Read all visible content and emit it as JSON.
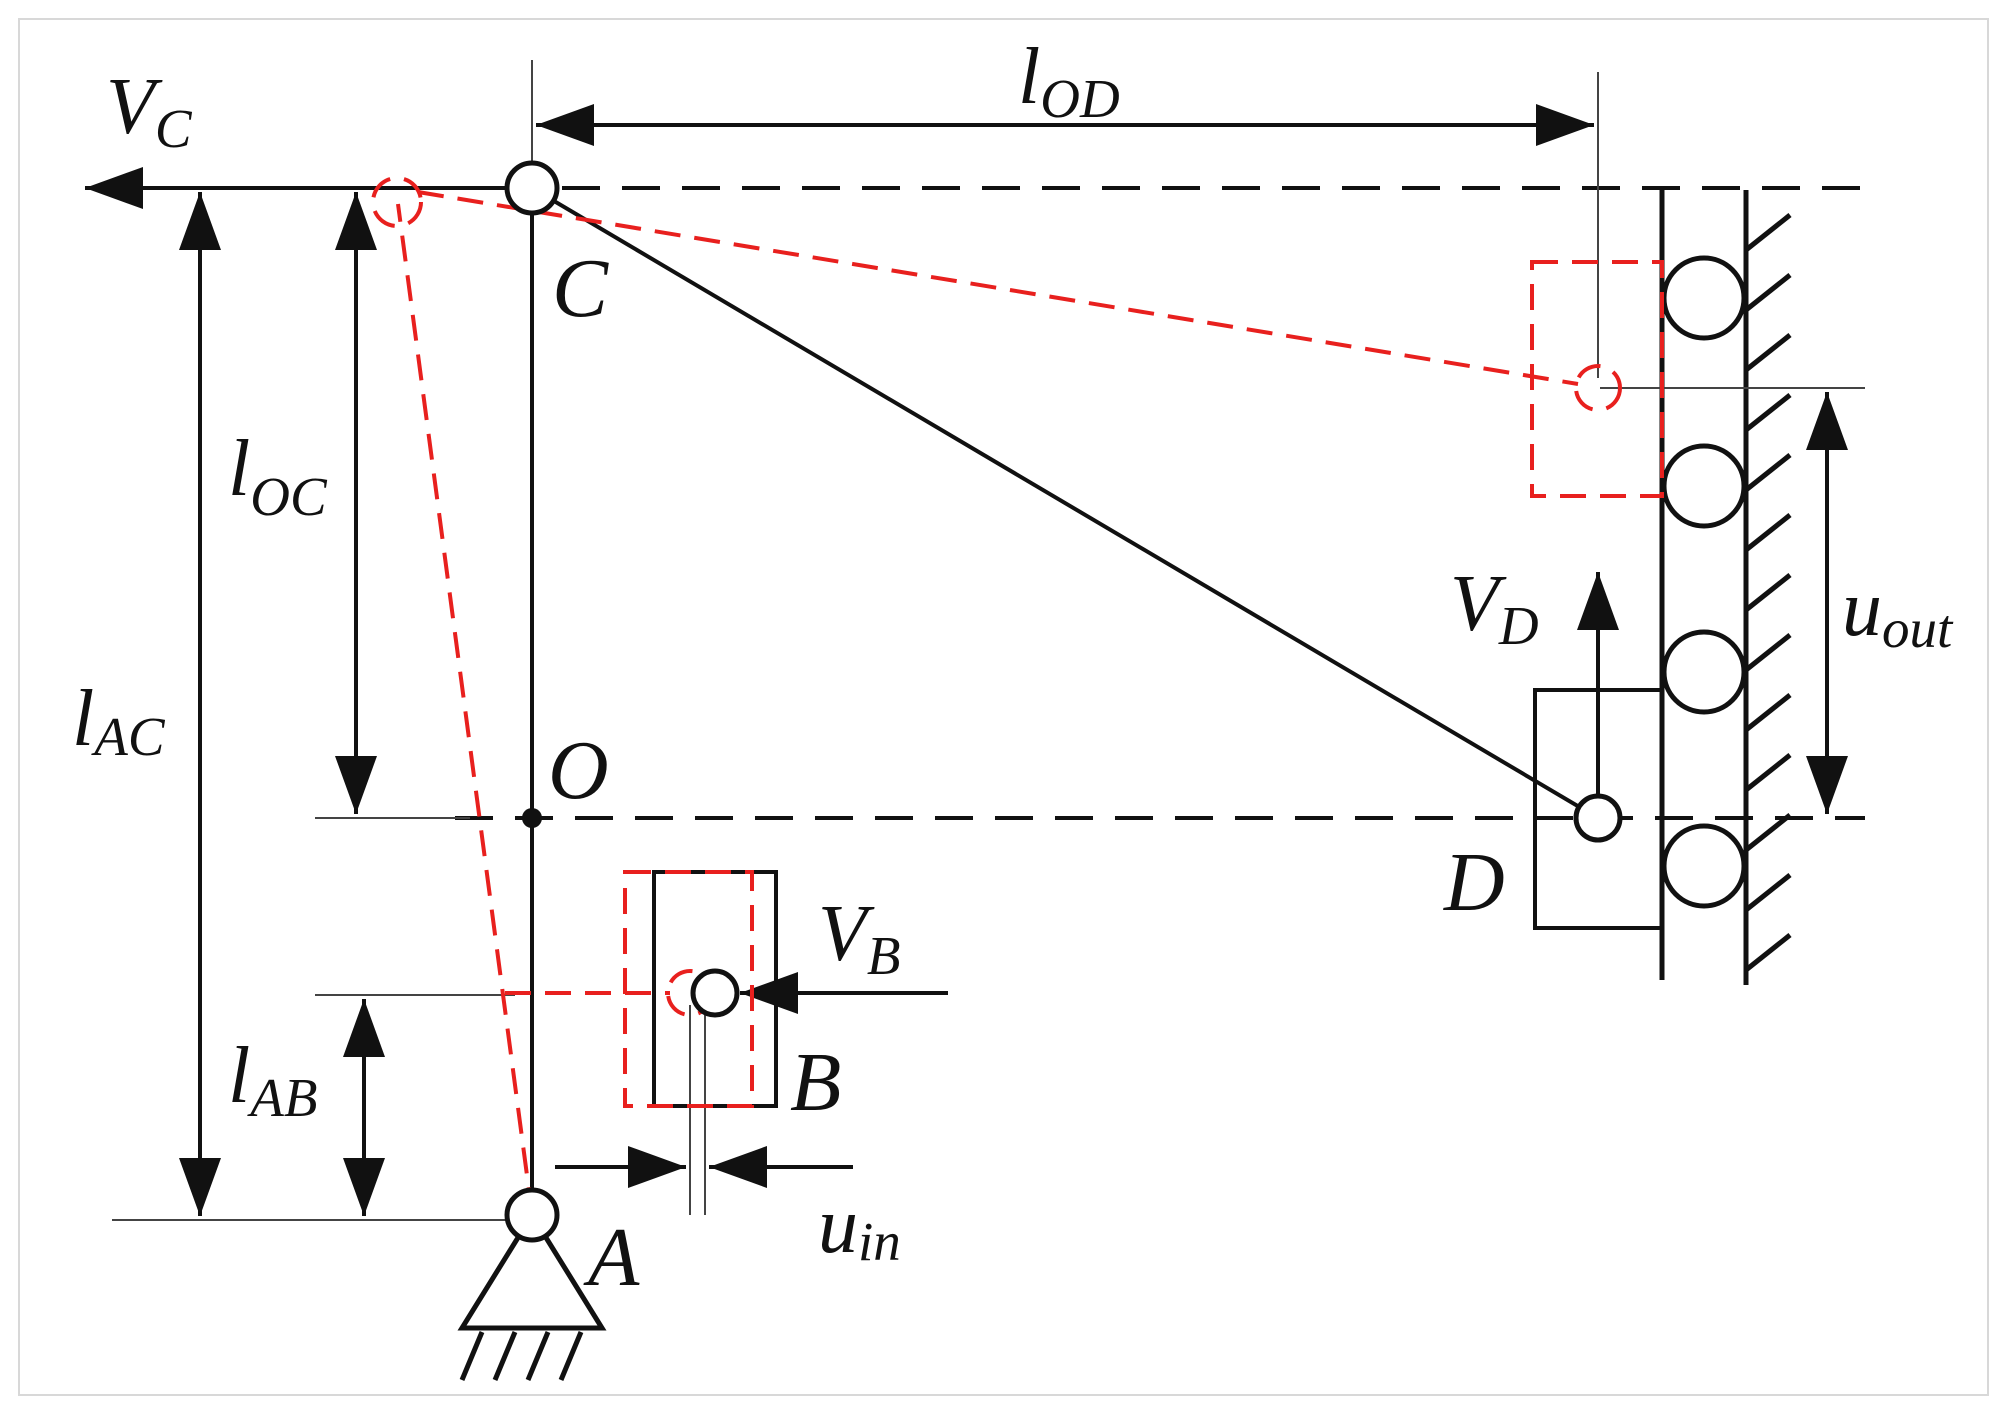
{
  "colors": {
    "ink": "#111111",
    "displaced": "#e8201e",
    "thin": "#444444",
    "frame": "#d8d8d8"
  },
  "points": {
    "A": "A",
    "B": "B",
    "C": "C",
    "D": "D",
    "O": "O"
  },
  "dimensions": {
    "l_OD": {
      "main": "l",
      "sub": "OD"
    },
    "l_OC": {
      "main": "l",
      "sub": "OC"
    },
    "l_AC": {
      "main": "l",
      "sub": "AC"
    },
    "l_AB": {
      "main": "l",
      "sub": "AB"
    }
  },
  "velocities": {
    "V_C": {
      "main": "V",
      "sub": "C"
    },
    "V_B": {
      "main": "V",
      "sub": "B"
    },
    "V_D": {
      "main": "V",
      "sub": "D"
    }
  },
  "displacements": {
    "u_in": {
      "main": "u",
      "sub": "in"
    },
    "u_out": {
      "main": "u",
      "sub": "out"
    }
  }
}
